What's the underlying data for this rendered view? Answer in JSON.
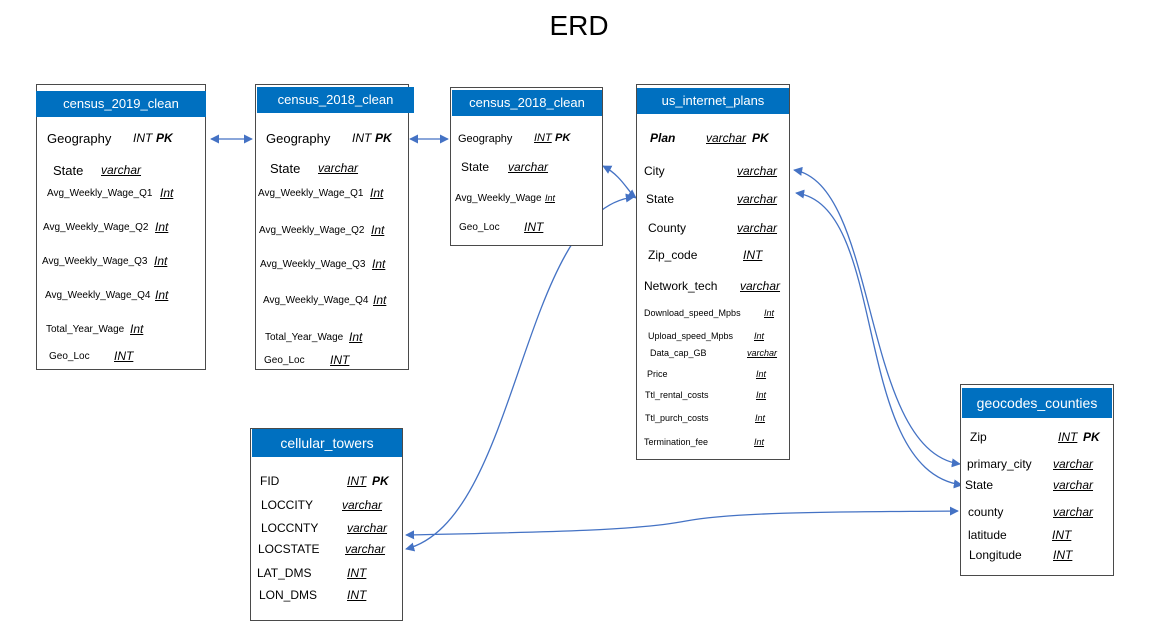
{
  "title": "ERD",
  "entities": {
    "census2019": {
      "name": "census_2019_clean",
      "fields": [
        {
          "name": "Geography",
          "type": "INT",
          "pk": "PK"
        },
        {
          "name": "State",
          "type": "varchar"
        },
        {
          "name": "Avg_Weekly_Wage_Q1",
          "type": "Int"
        },
        {
          "name": "Avg_Weekly_Wage_Q2",
          "type": "Int"
        },
        {
          "name": "Avg_Weekly_Wage_Q3",
          "type": "Int"
        },
        {
          "name": "Avg_Weekly_Wage_Q4",
          "type": "Int"
        },
        {
          "name": "Total_Year_Wage",
          "type": "Int"
        },
        {
          "name": "Geo_Loc",
          "type": "INT"
        }
      ]
    },
    "census2018a": {
      "name": "census_2018_clean",
      "fields": [
        {
          "name": "Geography",
          "type": "INT",
          "pk": "PK"
        },
        {
          "name": "State",
          "type": "varchar"
        },
        {
          "name": "Avg_Weekly_Wage_Q1",
          "type": "Int"
        },
        {
          "name": "Avg_Weekly_Wage_Q2",
          "type": "Int"
        },
        {
          "name": "Avg_Weekly_Wage_Q3",
          "type": "Int"
        },
        {
          "name": "Avg_Weekly_Wage_Q4",
          "type": "Int"
        },
        {
          "name": "Total_Year_Wage",
          "type": "Int"
        },
        {
          "name": "Geo_Loc",
          "type": "INT"
        }
      ]
    },
    "census2018b": {
      "name": "census_2018_clean",
      "fields": [
        {
          "name": "Geography",
          "type": "INT",
          "pk": "PK"
        },
        {
          "name": "State",
          "type": "varchar"
        },
        {
          "name": "Avg_Weekly_Wage",
          "type": "Int"
        },
        {
          "name": "Geo_Loc",
          "type": "INT"
        }
      ]
    },
    "internet": {
      "name": "us_internet_plans",
      "fields": [
        {
          "name": "Plan",
          "type": "varchar",
          "pk": "PK"
        },
        {
          "name": "City",
          "type": "varchar"
        },
        {
          "name": "State",
          "type": "varchar"
        },
        {
          "name": "County",
          "type": "varchar"
        },
        {
          "name": "Zip_code",
          "type": "INT"
        },
        {
          "name": "Network_tech",
          "type": "varchar"
        },
        {
          "name": "Download_speed_Mpbs",
          "type": "Int"
        },
        {
          "name": "Upload_speed_Mpbs",
          "type": "Int"
        },
        {
          "name": "Data_cap_GB",
          "type": "varchar"
        },
        {
          "name": "Price",
          "type": "Int"
        },
        {
          "name": "Ttl_rental_costs",
          "type": "Int"
        },
        {
          "name": "Ttl_purch_costs",
          "type": "Int"
        },
        {
          "name": "Termination_fee",
          "type": "Int"
        }
      ]
    },
    "towers": {
      "name": "cellular_towers",
      "fields": [
        {
          "name": "FID",
          "type": "INT",
          "pk": "PK"
        },
        {
          "name": "LOCCITY",
          "type": "varchar"
        },
        {
          "name": "LOCCNTY",
          "type": "varchar"
        },
        {
          "name": "LOCSTATE",
          "type": "varchar"
        },
        {
          "name": "LAT_DMS",
          "type": "INT"
        },
        {
          "name": "LON_DMS",
          "type": "INT"
        }
      ]
    },
    "geocodes": {
      "name": "geocodes_counties",
      "fields": [
        {
          "name": "Zip",
          "type": "INT",
          "pk": "PK"
        },
        {
          "name": "primary_city",
          "type": "varchar"
        },
        {
          "name": "State",
          "type": "varchar"
        },
        {
          "name": "county",
          "type": "varchar"
        },
        {
          "name": "latitude",
          "type": "INT"
        },
        {
          "name": "Longitude",
          "type": "INT"
        }
      ]
    }
  },
  "connector_color": "#4472c4",
  "header_color": "#0070c0"
}
